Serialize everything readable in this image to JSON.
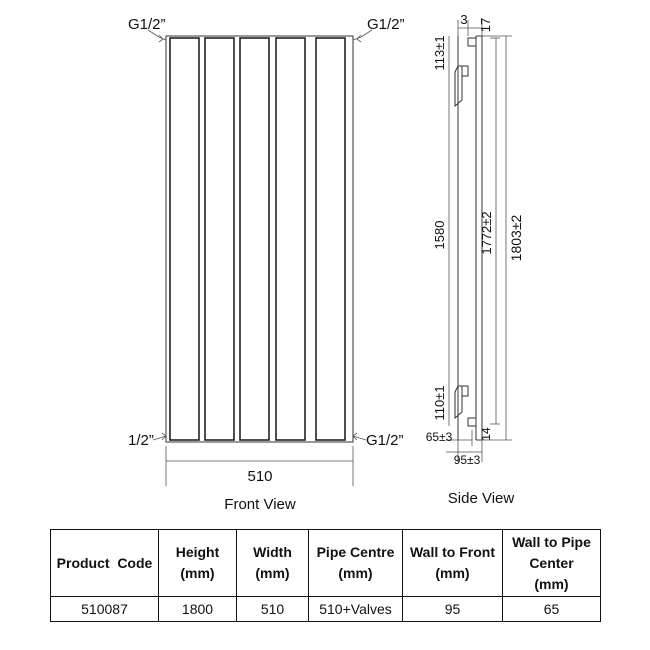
{
  "front_view": {
    "label": "Front View",
    "top_left_conn": "G1/2”",
    "top_right_conn": "G1/2”",
    "bottom_left_conn": "1/2”",
    "bottom_right_conn": "G1/2”",
    "width_dim": "510"
  },
  "side_view": {
    "label": "Side View",
    "dims": {
      "top_gap": "3",
      "top_depth": "17",
      "upper_bracket": "113±1",
      "bracket_spacing": "1580",
      "height_a": "1772±2",
      "height_b": "1803±2",
      "lower_bracket": "110±1",
      "wall_to_pipe": "65±3",
      "bottom_depth": "14",
      "wall_to_front": "95±3"
    }
  },
  "table": {
    "headers": [
      "Product  Code",
      "Height\n(mm)",
      "Width\n(mm)",
      "Pipe Centre\n(mm)",
      "Wall to Front\n(mm)",
      "Wall to Pipe\nCenter\n(mm)"
    ],
    "rows": [
      [
        "510087",
        "1800",
        "510",
        "510+Valves",
        "95",
        "65"
      ]
    ]
  }
}
